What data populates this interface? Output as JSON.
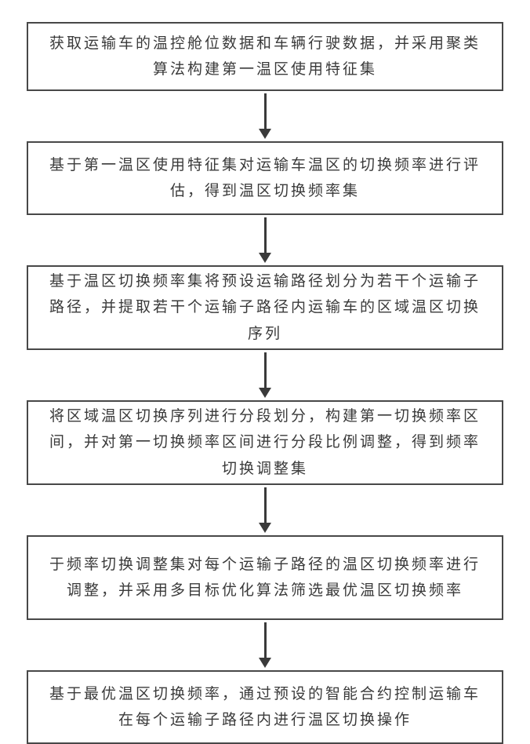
{
  "flowchart": {
    "type": "vertical-flowchart",
    "steps": [
      {
        "text": "获取运输车的温控舱位数据和车辆行驶数据，并采用聚类算法构建第一温区使用特征集"
      },
      {
        "text": "基于第一温区使用特征集对运输车温区的切换频率进行评估，得到温区切换频率集"
      },
      {
        "text": "基于温区切换频率集将预设运输路径划分为若干个运输子路径，并提取若干个运输子路径内运输车的区域温区切换序列"
      },
      {
        "text": "将区域温区切换序列进行分段划分，构建第一切换频率区间，并对第一切换频率区间进行分段比例调整，得到频率切换调整集"
      },
      {
        "text": "于频率切换调整集对每个运输子路径的温区切换频率进行调整，并采用多目标优化算法筛选最优温区切换频率"
      },
      {
        "text": "基于最优温区切换频率，通过预设的智能合约控制运输车在每个运输子路径内进行温区切换操作"
      }
    ]
  }
}
